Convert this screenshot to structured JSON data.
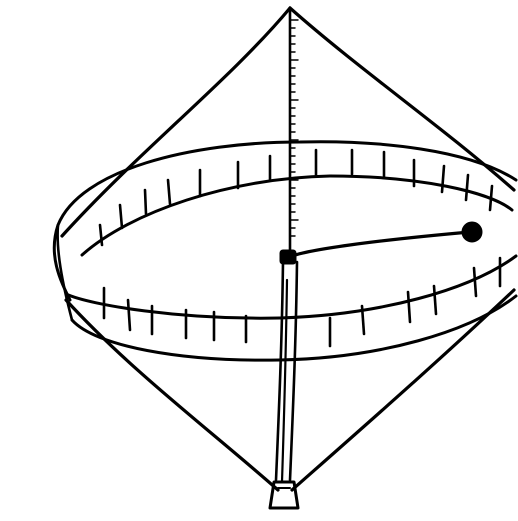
{
  "drawing": {
    "style": "hand-drawn ink sketch",
    "ink_color": "#000000",
    "background_color": "#ffffff",
    "parts": [
      "double-cone-outline",
      "central-vertical-axis",
      "axis-scale-ticks",
      "equatorial-ring-band",
      "ring-band-ticks",
      "radius-line",
      "pointer-dot",
      "center-pivot",
      "base-stand"
    ]
  }
}
